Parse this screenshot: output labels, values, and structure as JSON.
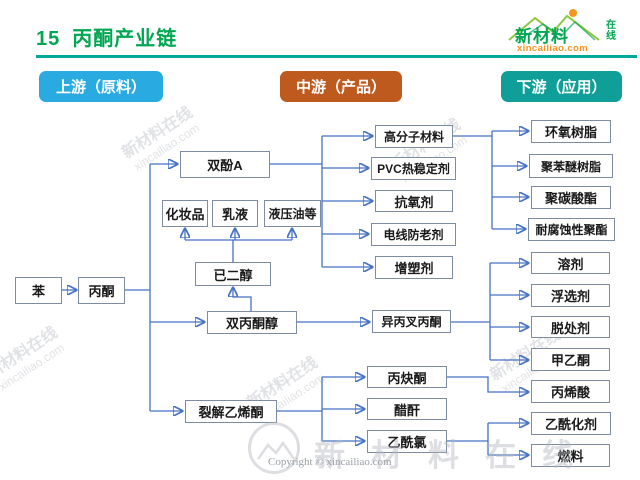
{
  "header": {
    "slide_number": "15",
    "title": "丙酮产业链",
    "logo": {
      "name": "新材料",
      "tagline": "在线",
      "domain": "xincailiao.com"
    }
  },
  "stage_labels": [
    {
      "label": "上游（原料）",
      "color": "#29abe2"
    },
    {
      "label": "中游（产品）",
      "color": "#bf5a1e"
    },
    {
      "label": "下游（应用）",
      "color": "#0f9f98"
    }
  ],
  "colors": {
    "title_green": "#00a651",
    "divider_teal": "#00a89c",
    "connector_blue": "#4472c4",
    "box_border_gray": "#7e8ca3",
    "logo_orange": "#f7941d"
  },
  "diagram": {
    "nodes": {
      "ben": "苯",
      "bingtong": "丙酮",
      "shuangfen_a": "双酚A",
      "huazhuangpin": "化妆品",
      "ruye": "乳液",
      "yeyayou": "液压油等",
      "yierchun": "已二醇",
      "shuangbingtongchun": "双丙酮醇",
      "liejieyixitong": "裂解乙烯酮",
      "gaofenzi": "高分子材料",
      "pvc_wendingji": "PVC热稳定剂",
      "kangyangji": "抗氧剂",
      "dianxian": "电线防老剂",
      "zengsuji": "增塑剂",
      "yibingcha": "异丙叉丙酮",
      "bingkuitong": "丙炔酮",
      "cugan": "醋酐",
      "yixianlv": "乙酰氯",
      "huanyang": "环氧树脂",
      "jubenmidi": "聚苯醚树脂",
      "jutansuan": "聚碳酸酯",
      "naifushi": "耐腐蚀性聚酯",
      "rongji": "溶剂",
      "fuxuanji": "浮选剂",
      "tuochuji": "脱处剂",
      "jiayitong": "甲乙酮",
      "bingxisuan": "丙烯酸",
      "yixianhuaji": "乙酰化剂",
      "ranliao": "燃料"
    },
    "connections": [
      {
        "from": "苯",
        "to": [
          "丙酮"
        ]
      },
      {
        "from": "丙酮",
        "to": [
          "双酚A",
          "双丙酮醇",
          "裂解乙烯酮"
        ]
      },
      {
        "from": "双酚A",
        "to": [
          "高分子材料",
          "PVC热稳定剂",
          "抗氧剂",
          "电线防老剂",
          "增塑剂"
        ]
      },
      {
        "from": "高分子材料",
        "to": [
          "环氧树脂",
          "聚苯醚树脂",
          "聚碳酸酯",
          "耐腐蚀性聚酯"
        ]
      },
      {
        "from": "双丙酮醇",
        "to": [
          "已二醇",
          "异丙叉丙酮"
        ]
      },
      {
        "from": "已二醇",
        "to": [
          "化妆品",
          "乳液",
          "液压油等"
        ]
      },
      {
        "from": "异丙叉丙酮",
        "to": [
          "溶剂",
          "浮选剂",
          "脱处剂",
          "甲乙酮"
        ]
      },
      {
        "from": "裂解乙烯酮",
        "to": [
          "丙炔酮",
          "醋酐",
          "乙酰氯"
        ]
      },
      {
        "from": "丙炔酮",
        "to": [
          "丙烯酸"
        ]
      },
      {
        "from": "乙酰氯",
        "to": [
          "乙酰化剂",
          "燃料"
        ]
      }
    ]
  },
  "watermark": {
    "line1": "新材料在线",
    "line2": "xincailiao.com"
  },
  "footer": {
    "watermark_text": "新材料在线",
    "copyright": "Copyright © xincailiao.com"
  }
}
